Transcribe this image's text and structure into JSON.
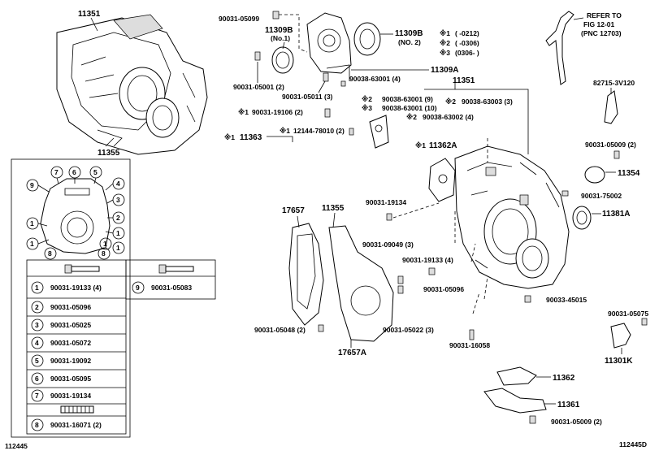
{
  "diagram_id_left": "112445",
  "diagram_id_right": "112445D",
  "refer": {
    "line1": "REFER TO",
    "line2": "FIG 12-01",
    "line3": "(PNC 12703)"
  },
  "notes": [
    {
      "mark": "※1",
      "text": "(       -0212)"
    },
    {
      "mark": "※2",
      "text": "(       -0306)"
    },
    {
      "mark": "※3",
      "text": "(0306-       )"
    }
  ],
  "labels": {
    "p11351_top": "11351",
    "p11355_top": "11355",
    "p90031_05099": "90031-05099",
    "p11309B": "11309B",
    "p11309B_sub": "(No.1)",
    "p11309B_no2": "11309B",
    "p11309B_no2_sub": "(NO. 2)",
    "p11309A": "11309A",
    "p90031_05001": "90031-05001 (2)",
    "p90038_63001_4": "90038-63001 (4)",
    "p90031_05011": "90031-05011 (3)",
    "p11351_mid": "11351",
    "p90038_63001_9": "90038-63001 (9)",
    "p90038_63001_10": "90038-63001 (10)",
    "p90038_63003": "90038-63003 (3)",
    "p90038_63002": "90038-63002 (4)",
    "p90031_19106": "90031-19106 (2)",
    "p12144_78010": "12144-78010 (2)",
    "p11363": "11363",
    "p11362A": "11362A",
    "p82715": "82715-3V120",
    "p90031_05009_top": "90031-05009 (2)",
    "p11354": "11354",
    "p90031_75002": "90031-75002",
    "p11381A": "11381A",
    "p90031_19134": "90031-19134",
    "p17657": "17657",
    "p11355_mid": "11355",
    "p90031_09049": "90031-09049 (3)",
    "p90031_19133": "90031-19133 (4)",
    "p90031_05096": "90031-05096",
    "p90033_45015": "90033-45015",
    "p90031_05075": "90031-05075",
    "p90031_05048": "90031-05048 (2)",
    "p90031_05022": "90031-05022 (3)",
    "p90031_16058": "90031-16058",
    "p11301K": "11301K",
    "p17657A": "17657A",
    "p11362": "11362",
    "p11361": "11361",
    "p90031_05009_bot": "90031-05009 (2)"
  },
  "marks": {
    "m1_a": "※1",
    "m1_b": "※1",
    "m1_c": "※1",
    "m1_d": "※1",
    "m2_a": "※2",
    "m2_b": "※2",
    "m2_c": "※2",
    "m3_a": "※3"
  },
  "legend": {
    "rows": [
      {
        "num": "1",
        "part": "90031-19133 (4)"
      },
      {
        "num": "2",
        "part": "90031-05096"
      },
      {
        "num": "3",
        "part": "90031-05025"
      },
      {
        "num": "4",
        "part": "90031-05072"
      },
      {
        "num": "5",
        "part": "90031-19092"
      },
      {
        "num": "6",
        "part": "90031-05095"
      },
      {
        "num": "7",
        "part": "90031-19134"
      },
      {
        "num": "8",
        "part": "90031-16071 (2)"
      }
    ],
    "right_num": "9",
    "right_part": "90031-05083",
    "ring_nums": [
      "9",
      "7",
      "6",
      "5",
      "4",
      "3",
      "2",
      "1",
      "1",
      "1",
      "1",
      "1",
      "8",
      "8"
    ]
  }
}
